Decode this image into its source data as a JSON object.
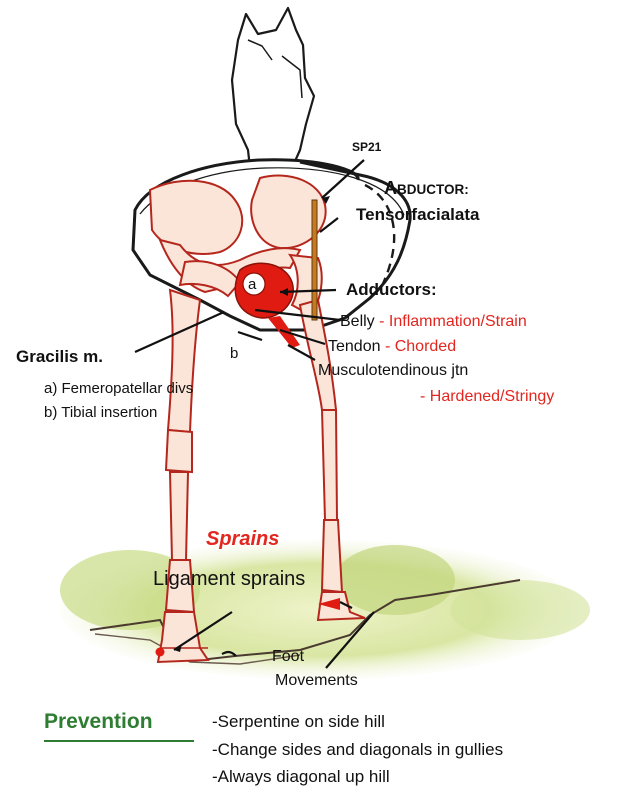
{
  "labels": {
    "sp21": "SP21",
    "abductor": {
      "first": "A",
      "rest": "BDUCTOR:"
    },
    "tensor": "Tensorfacialata",
    "adductors": "Adductors:",
    "marker_a": "a",
    "marker_b": "b",
    "belly": "Belly",
    "belly_issue": "- Inflammation/Strain",
    "tendon": "Tendon",
    "tendon_issue": "- Chorded",
    "musculo": "Musculotendinous jtn",
    "musculo_issue": "- Hardened/Stringy",
    "gracilis": "Gracilis m.",
    "gracilis_a": "a) Femeropatellar divs",
    "gracilis_b": "b) Tibial insertion",
    "sprains": "Sprains",
    "ligament": "Ligament sprains",
    "foot": "Foot",
    "movements": "Movements"
  },
  "prevention": {
    "title": "Prevention",
    "items": [
      "-Serpentine on side hill",
      "-Change sides and diagonals in gullies",
      "-Always diagonal up hill"
    ]
  },
  "colors": {
    "accent_red": "#e3261f",
    "muscle_red": "#e01b12",
    "bone_outline": "#b5271d",
    "prevention_green": "#2e7d32",
    "tensor_orange": "#c9781e",
    "ground_green": "#b7d27a"
  }
}
